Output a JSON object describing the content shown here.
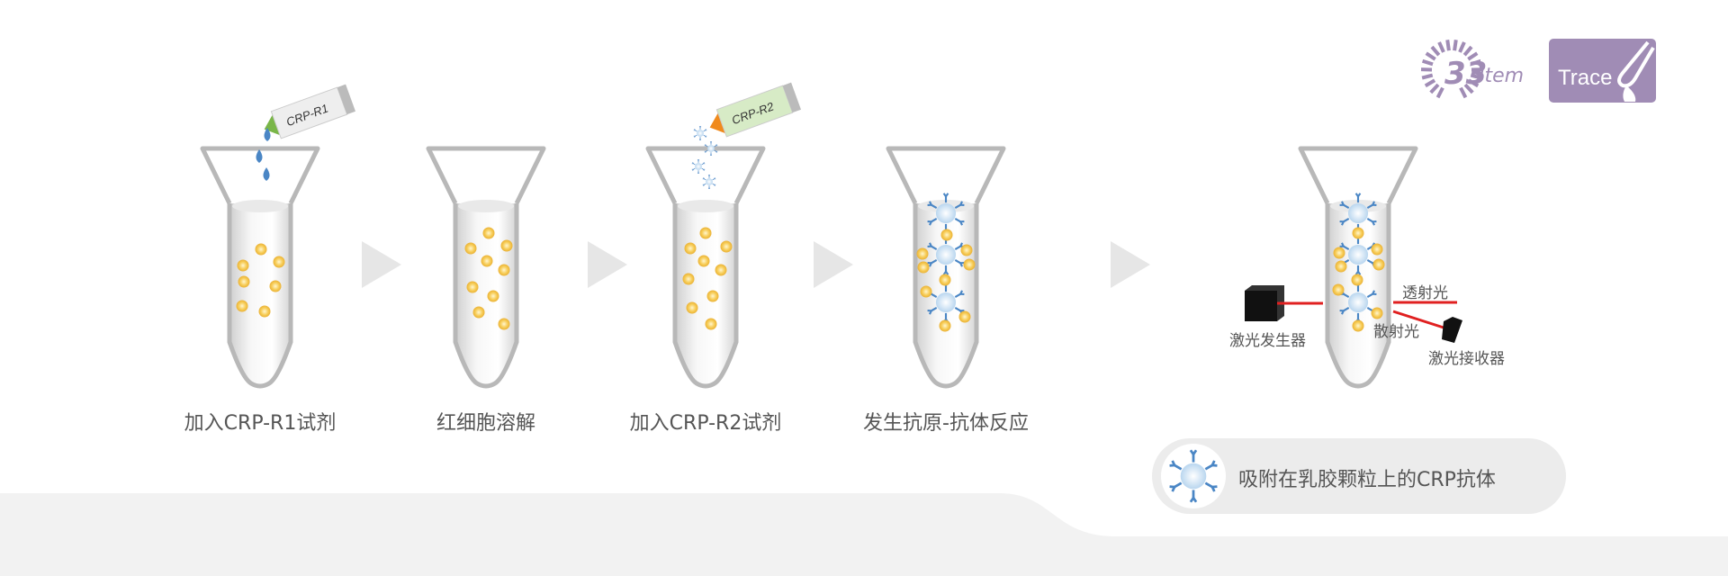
{
  "steps": [
    {
      "label": "加入CRP-R1试剂"
    },
    {
      "label": "红细胞溶解"
    },
    {
      "label": "加入CRP-R2试剂"
    },
    {
      "label": "发生抗原-抗体反应"
    }
  ],
  "reagents": {
    "r1": "CRP-R1",
    "r2": "CRP-R2"
  },
  "detection": {
    "emitter": "激光发生器",
    "transmitted": "透射光",
    "scattered": "散射光",
    "receiver": "激光接收器"
  },
  "legend": {
    "text": "吸附在乳胶颗粒上的CRP抗体"
  },
  "logos": {
    "item_number": "33",
    "item_word": "Item",
    "trace": "Trace"
  },
  "colors": {
    "accent": "#a08cb5",
    "laser": "#e02020",
    "particle": "#f5c242",
    "drop": "#4a86c5"
  }
}
